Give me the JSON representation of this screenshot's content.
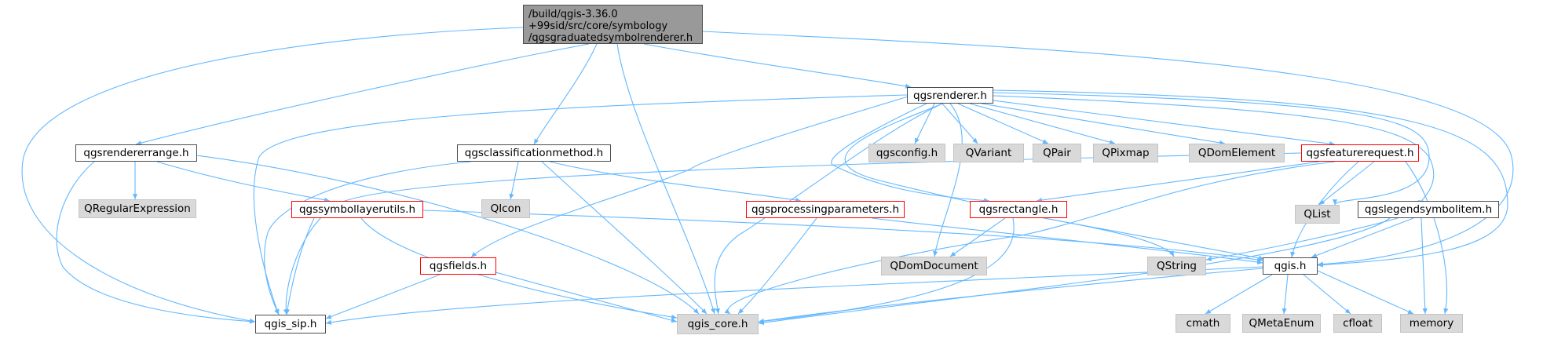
{
  "root": {
    "lines": [
      "/build/qgis-3.36.0",
      "+99sid/src/core/symbology",
      "/qgsgraduatedsymbolrenderer.h"
    ]
  },
  "nodes": {
    "qgsrenderer": "qgsrenderer.h",
    "qgsrendererrange": "qgsrendererrange.h",
    "qgsclassificationmethod": "qgsclassificationmethod.h",
    "qgsconfig": "qgsconfig.h",
    "qvariant": "QVariant",
    "qpair": "QPair",
    "qpixmap": "QPixmap",
    "qdomelement": "QDomElement",
    "qgsfeaturerequest": "qgsfeaturerequest.h",
    "qregularexpression": "QRegularExpression",
    "qgssymbollayerutils": "qgssymbollayerutils.h",
    "qicon": "QIcon",
    "qgsprocessingparameters": "qgsprocessingparameters.h",
    "qgsrectangle": "qgsrectangle.h",
    "qlist": "QList",
    "qgslegendsymbolitem": "qgslegendsymbolitem.h",
    "qgsfields": "qgsfields.h",
    "qdomdocument": "QDomDocument",
    "qstring": "QString",
    "qgis": "qgis.h",
    "qgis_sip": "qgis_sip.h",
    "qgis_core": "qgis_core.h",
    "cmath": "cmath",
    "qmetaenum": "QMetaEnum",
    "cfloat": "cfloat",
    "memory": "memory"
  },
  "edge_color": "#63b8ff",
  "colors": {
    "root_fill": "#999999",
    "external_fill": "#d9d9d9",
    "incomplete_border": "#ff0000"
  }
}
